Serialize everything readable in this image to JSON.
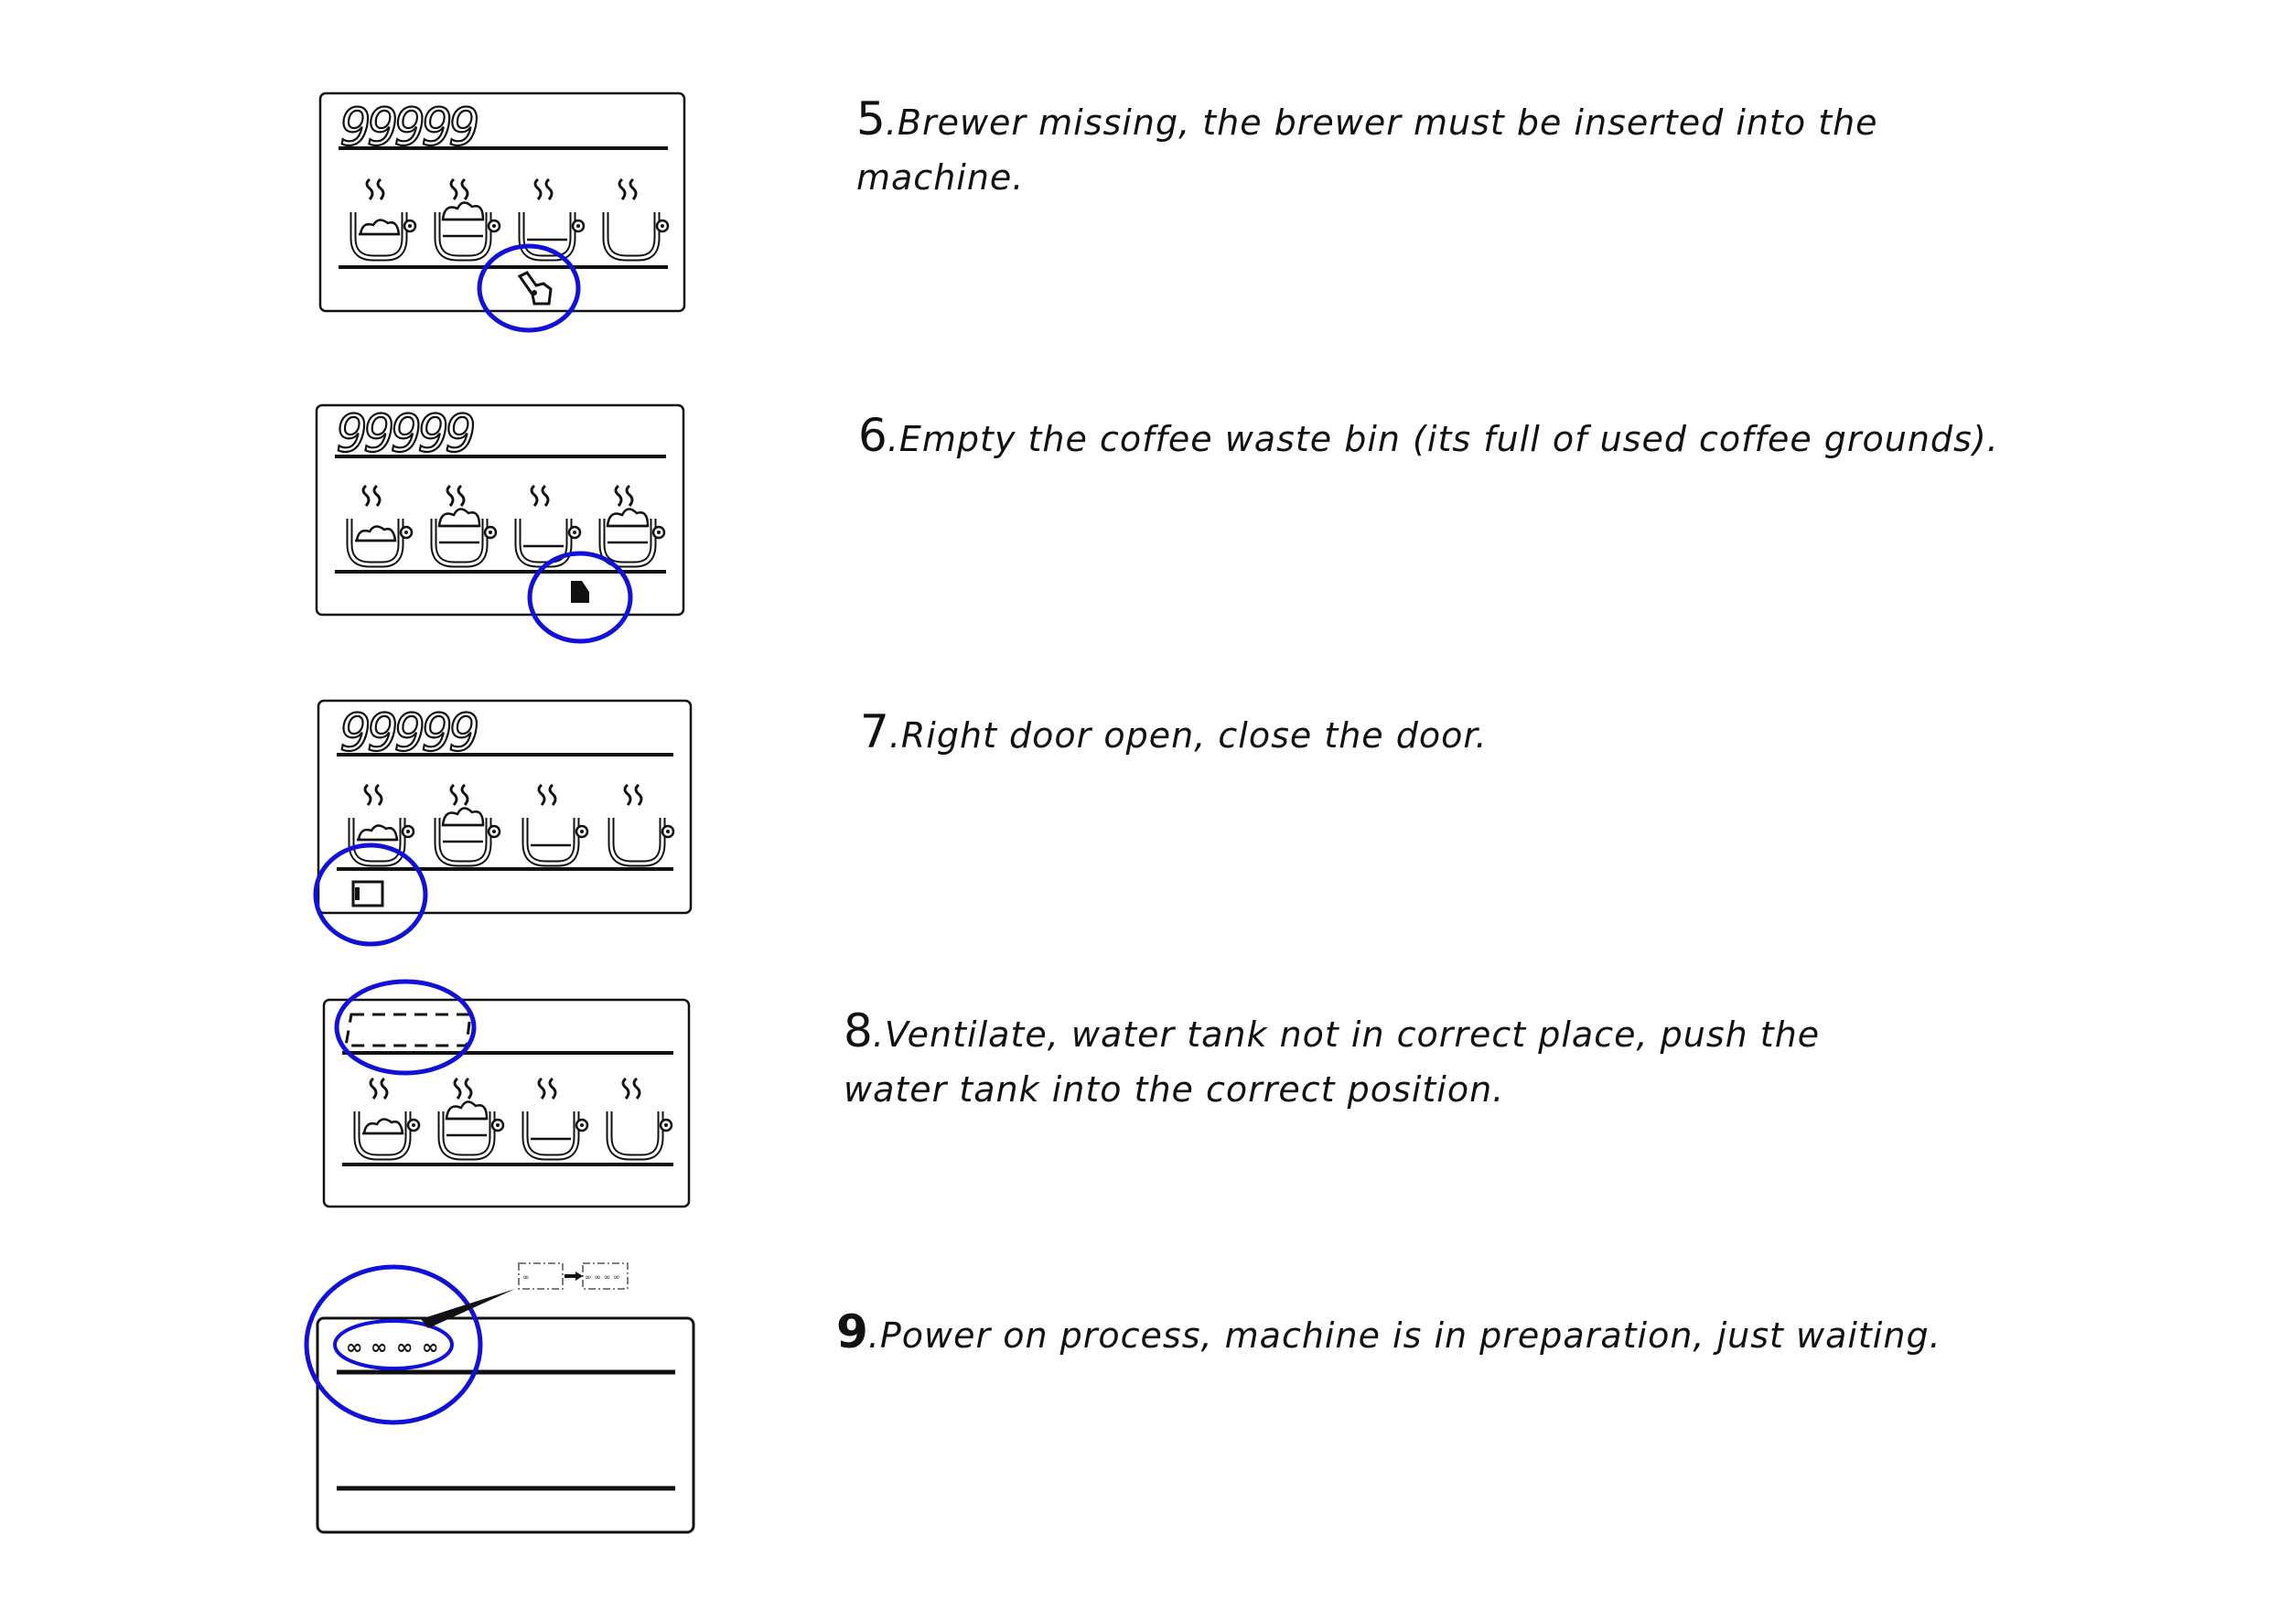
{
  "display_counter": "99999",
  "accent_color": "#1010d8",
  "items": [
    {
      "number": "5",
      "lines": [
        "Brewer missing, the brewer must be inserted into the",
        "machine."
      ],
      "icon": "brewer-icon"
    },
    {
      "number": "6",
      "lines": [
        "Empty the coffee waste bin (its full of used coffee grounds)."
      ],
      "icon": "waste-bin-icon"
    },
    {
      "number": "7",
      "lines": [
        "Right door open, close the door."
      ],
      "icon": "door-icon"
    },
    {
      "number": "8",
      "lines": [
        "Ventilate, water tank not in correct place, push the",
        "water tank into the correct position."
      ],
      "icon": "dashed-display-icon"
    },
    {
      "number": "9",
      "lines": [
        "Power on process, machine is in preparation, just waiting."
      ],
      "icon": "loading-dots-icon"
    }
  ]
}
